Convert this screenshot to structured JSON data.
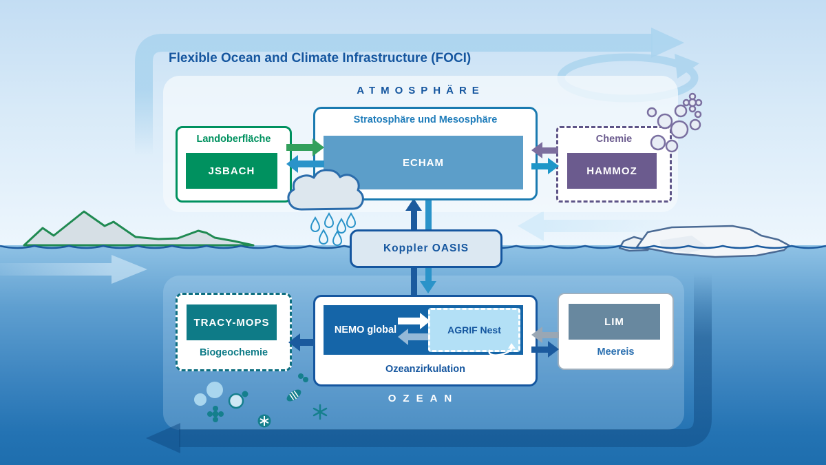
{
  "title": "Flexible Ocean and Climate Infrastructure (FOCI)",
  "atmosphere": {
    "label": "ATMOSPHÄRE",
    "land_surface": {
      "title": "Landoberfläche",
      "model": "JSBACH"
    },
    "stratosphere": {
      "title": "Stratosphäre und Mesosphäre",
      "model": "ECHAM"
    },
    "chemistry": {
      "title": "Chemie",
      "model": "HAMMOZ"
    }
  },
  "coupler": {
    "label": "Koppler OASIS"
  },
  "ocean": {
    "label": "OZEAN",
    "circulation": {
      "title": "Ozeanzirkulation",
      "model_global": "NEMO global",
      "model_nest": "AGRIF Nest"
    },
    "biogeochemistry": {
      "title": "Biogeochemie",
      "model": "TRACY-MOPS"
    },
    "sea_ice": {
      "title": "Meereis",
      "model": "LIM"
    }
  },
  "icons": [
    "cloud-rain-icon",
    "mountains-icon",
    "iceberg-icon",
    "molecules-icon",
    "plankton-icon",
    "eddy-swirl-icon",
    "atmosphere-loop-arrow",
    "recirculation-ellipse-arrow",
    "ocean-loop-arrow",
    "surface-current-arrow-left",
    "surface-current-arrow-right"
  ],
  "palette": {
    "navy": "#15569f",
    "strato_blue": "#1e7cba",
    "echam_fill": "#5c9ec9",
    "green": "#00915f",
    "purple": "#6b5b8e",
    "purple_arrow": "#7c6e9e",
    "teal_arrow": "#2a93c9",
    "teal_dark": "#0e7b87",
    "agrif_fill": "#b3e0f6",
    "nemo_fill": "#1565a8",
    "lim_fill": "#68889f",
    "gray_arrow": "#9aa7b4",
    "coupler_fill": "#dce8f2",
    "light_arrow": "#a9d3ee",
    "water_top": "#8fc2e5",
    "water_bottom": "#1e6eae"
  }
}
